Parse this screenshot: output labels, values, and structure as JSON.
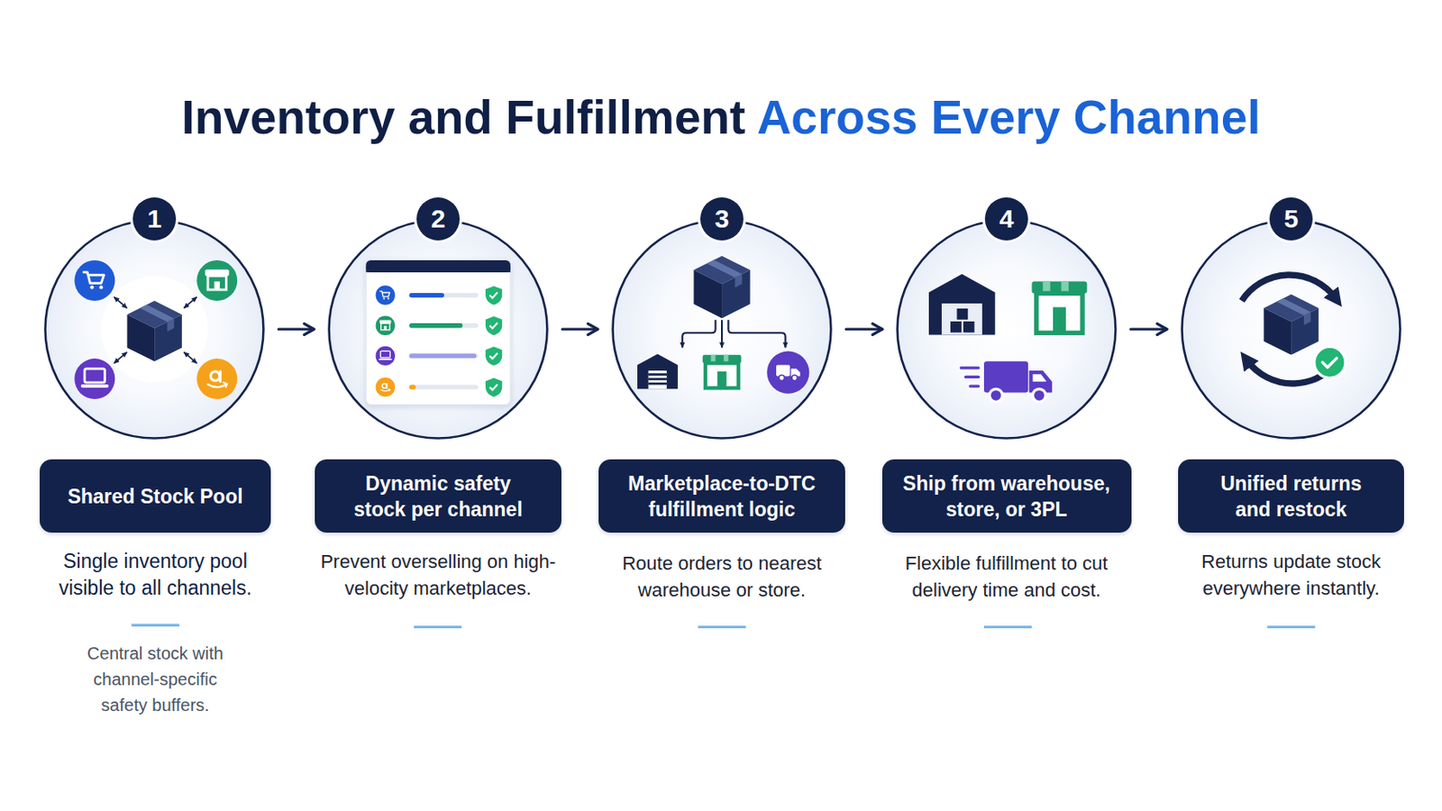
{
  "diagram": {
    "title": "Inventory and Fulfillment Across Every Channel",
    "nodes": [
      {
        "text": [
          "1"
        ]
      },
      {
        "text": [
          "2"
        ]
      },
      {
        "text": [
          "3"
        ]
      },
      {
        "text": [
          "4"
        ]
      },
      {
        "text": [
          "5"
        ]
      },
      {
        "text": [
          "Shared Stock Pool"
        ]
      },
      {
        "text": [
          "Dynamic safety stock per channel"
        ]
      },
      {
        "text": [
          "Marketplace-to-DTC fulfillment logic"
        ]
      },
      {
        "text": [
          "Ship from warehouse, store, or 3PL"
        ]
      },
      {
        "text": [
          "Unified returns and restock"
        ]
      }
    ],
    "edges": [
      {
        "from": 0,
        "to": 1,
        "arrow": "to"
      },
      {
        "from": 1,
        "to": 2,
        "arrow": "to"
      },
      {
        "from": 2,
        "to": 3,
        "arrow": "to"
      },
      {
        "from": 3,
        "to": 4,
        "arrow": "to"
      }
    ],
    "labels": [
      "Single inventory pool visible to all channels.",
      "Prevent overselling on high-velocity marketplaces.",
      "Route orders to nearest warehouse or store.",
      "Flexible fulfillment to cut delivery time and cost.",
      "Returns update stock everywhere instantly.",
      "Central stock with channel-specific safety buffers."
    ]
  }
}
